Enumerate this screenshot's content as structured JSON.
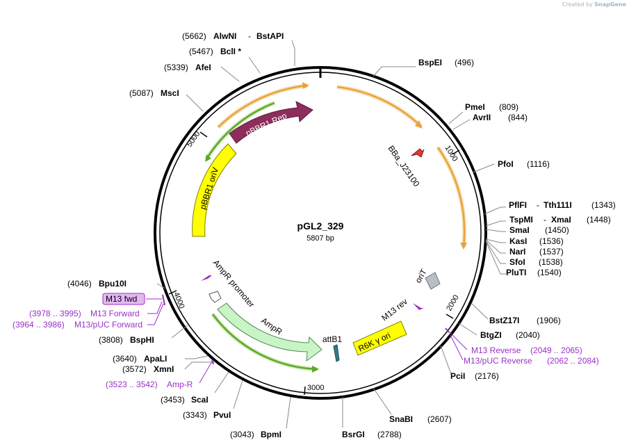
{
  "watermark": {
    "created_by": "Created by",
    "logo": "SnapGene"
  },
  "plasmid": {
    "name": "pGL2_329",
    "size": "5807 bp"
  },
  "ticks": {
    "t1000": "1000",
    "t2000": "2000",
    "t3000": "3000",
    "t4000": "4000",
    "t5000": "5000"
  },
  "sites": {
    "alwni": {
      "pos": "(5662)",
      "name": "AlwNI",
      "sep": "-",
      "name2": "BstAPI"
    },
    "bcli": {
      "pos": "(5467)",
      "name": "BclI *"
    },
    "afei": {
      "pos": "(5339)",
      "name": "AfeI"
    },
    "msci": {
      "pos": "(5087)",
      "name": "MscI"
    },
    "bspei": {
      "name": "BspEI",
      "pos": "(496)"
    },
    "pmei": {
      "name": "PmeI",
      "pos": "(809)"
    },
    "avrii": {
      "name": "AvrII",
      "pos": "(844)"
    },
    "pfoi": {
      "name": "PfoI",
      "pos": "(1116)"
    },
    "pflfi": {
      "name": "PflFI",
      "sep": "-",
      "name2": "Tth111I",
      "pos": "(1343)"
    },
    "tspmi": {
      "name": "TspMI",
      "sep": "-",
      "name2": "XmaI",
      "pos": "(1448)"
    },
    "smai": {
      "name": "SmaI",
      "pos": "(1450)"
    },
    "kasi": {
      "name": "KasI",
      "pos": "(1536)"
    },
    "nari": {
      "name": "NarI",
      "pos": "(1537)"
    },
    "sfoi": {
      "name": "SfoI",
      "pos": "(1538)"
    },
    "pluti": {
      "name": "PluTI",
      "pos": "(1540)"
    },
    "bstz17i": {
      "name": "BstZ17I",
      "pos": "(1906)"
    },
    "btgzi": {
      "name": "BtgZI",
      "pos": "(2040)"
    },
    "pcii": {
      "name": "PciI",
      "pos": "(2176)"
    },
    "snabi": {
      "name": "SnaBI",
      "pos": "(2607)"
    },
    "bsrgi": {
      "name": "BsrGI",
      "pos": "(2788)"
    },
    "bpmi": {
      "pos": "(3043)",
      "name": "BpmI"
    },
    "pvui": {
      "pos": "(3343)",
      "name": "PvuI"
    },
    "scai": {
      "pos": "(3453)",
      "name": "ScaI"
    },
    "xmni": {
      "pos": "(3572)",
      "name": "XmnI"
    },
    "apali": {
      "pos": "(3640)",
      "name": "ApaLI"
    },
    "bsphi": {
      "pos": "(3808)",
      "name": "BspHI"
    },
    "bpu10i": {
      "pos": "(4046)",
      "name": "Bpu10I"
    }
  },
  "primers": {
    "m13_fwd_box": "M13 fwd",
    "m13_forward": {
      "range": "(3978 .. 3995)",
      "name": "M13 Forward"
    },
    "m13_puc_forward": {
      "range": "(3964 .. 3986)",
      "name": "M13/pUC Forward"
    },
    "amp_r": {
      "range": "(3523 .. 3542)",
      "name": "Amp-R"
    },
    "m13_reverse": {
      "name": "M13 Reverse",
      "range": "(2049 .. 2065)"
    },
    "m13_puc_reverse": {
      "name": "M13/pUC Reverse",
      "range": "(2062 .. 2084)"
    },
    "m13_rev": "M13 rev"
  },
  "features": {
    "pbbr1_rep": "pBBR1 Rep",
    "pbbr1_oriv": "pBBR1 oriV",
    "bba_j23100": "BBa_J23100",
    "orit": "oriT",
    "r6k_ori": "R6K γ ori",
    "attb1": "attB1",
    "ampr_promoter": "AmpR promoter",
    "ampr": "AmpR"
  },
  "colors": {
    "backbone": "#000000",
    "orange_arrow": "#e8a23c",
    "green_arrow": "#5da827",
    "pbbr1_rep": "#8e2d5c",
    "oriv": "#ffff00",
    "ampr": "#c9f5c6",
    "primer": "#9b30c8",
    "primer_box": "#e4b8f2",
    "bba": "#e03a2e",
    "orit": "#b9bfc4",
    "attb1": "#2e7c8a"
  }
}
